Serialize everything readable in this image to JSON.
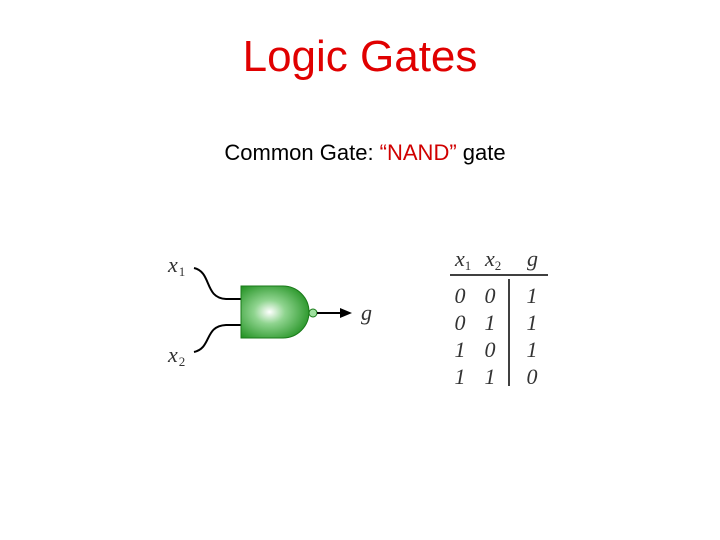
{
  "slide": {
    "title": "Logic Gates",
    "subtitle_prefix": "Common Gate: ",
    "subtitle_gate": "“NAND”",
    "subtitle_suffix": " gate"
  },
  "gate": {
    "type": "NAND",
    "input1_var": "x",
    "input1_sub": "1",
    "input2_var": "x",
    "input2_sub": "2",
    "output_var": "g",
    "body_color": "#1e8f1e"
  },
  "truth_table": {
    "headers": [
      {
        "var": "x",
        "sub": "1"
      },
      {
        "var": "x",
        "sub": "2"
      },
      {
        "var": "g",
        "sub": ""
      }
    ],
    "rows": [
      [
        "0",
        "0",
        "1"
      ],
      [
        "0",
        "1",
        "1"
      ],
      [
        "1",
        "0",
        "1"
      ],
      [
        "1",
        "1",
        "0"
      ]
    ]
  },
  "colors": {
    "title": "#e00000",
    "highlight": "#d00000"
  }
}
